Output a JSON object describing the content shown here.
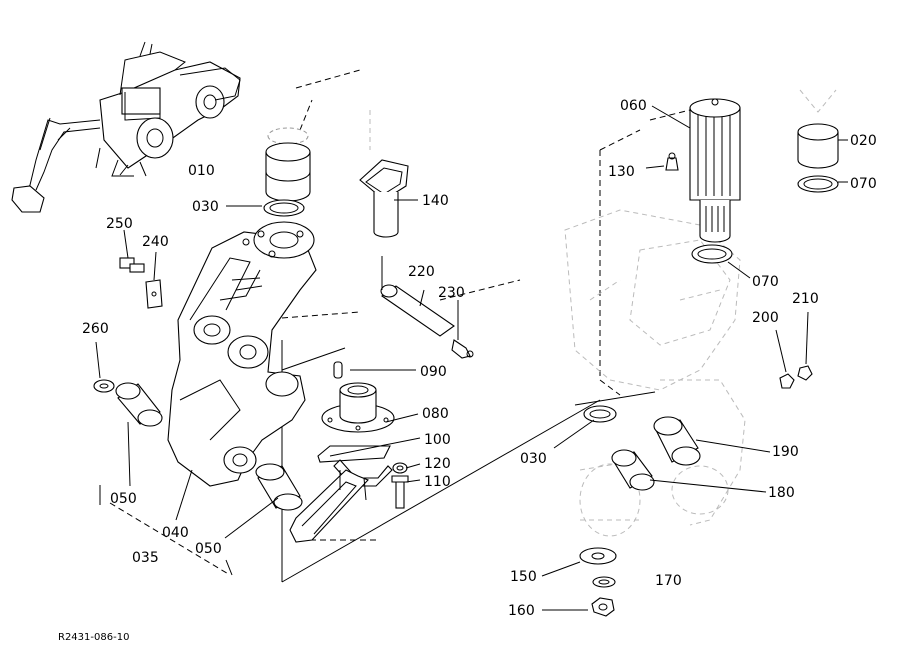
{
  "diagram": {
    "reference": "R2431-086-10",
    "callouts": [
      {
        "id": "010",
        "text": "010"
      },
      {
        "id": "020",
        "text": "020"
      },
      {
        "id": "030a",
        "text": "030"
      },
      {
        "id": "030b",
        "text": "030"
      },
      {
        "id": "035",
        "text": "035"
      },
      {
        "id": "040",
        "text": "040"
      },
      {
        "id": "050a",
        "text": "050"
      },
      {
        "id": "050b",
        "text": "050"
      },
      {
        "id": "060",
        "text": "060"
      },
      {
        "id": "070a",
        "text": "070"
      },
      {
        "id": "070b",
        "text": "070"
      },
      {
        "id": "080",
        "text": "080"
      },
      {
        "id": "090",
        "text": "090"
      },
      {
        "id": "100",
        "text": "100"
      },
      {
        "id": "110",
        "text": "110"
      },
      {
        "id": "120",
        "text": "120"
      },
      {
        "id": "130",
        "text": "130"
      },
      {
        "id": "140",
        "text": "140"
      },
      {
        "id": "150",
        "text": "150"
      },
      {
        "id": "160",
        "text": "160"
      },
      {
        "id": "170",
        "text": "170"
      },
      {
        "id": "180",
        "text": "180"
      },
      {
        "id": "190",
        "text": "190"
      },
      {
        "id": "200",
        "text": "200"
      },
      {
        "id": "210",
        "text": "210"
      },
      {
        "id": "220",
        "text": "220"
      },
      {
        "id": "230",
        "text": "230"
      },
      {
        "id": "240",
        "text": "240"
      },
      {
        "id": "250",
        "text": "250"
      },
      {
        "id": "260",
        "text": "260"
      }
    ]
  }
}
